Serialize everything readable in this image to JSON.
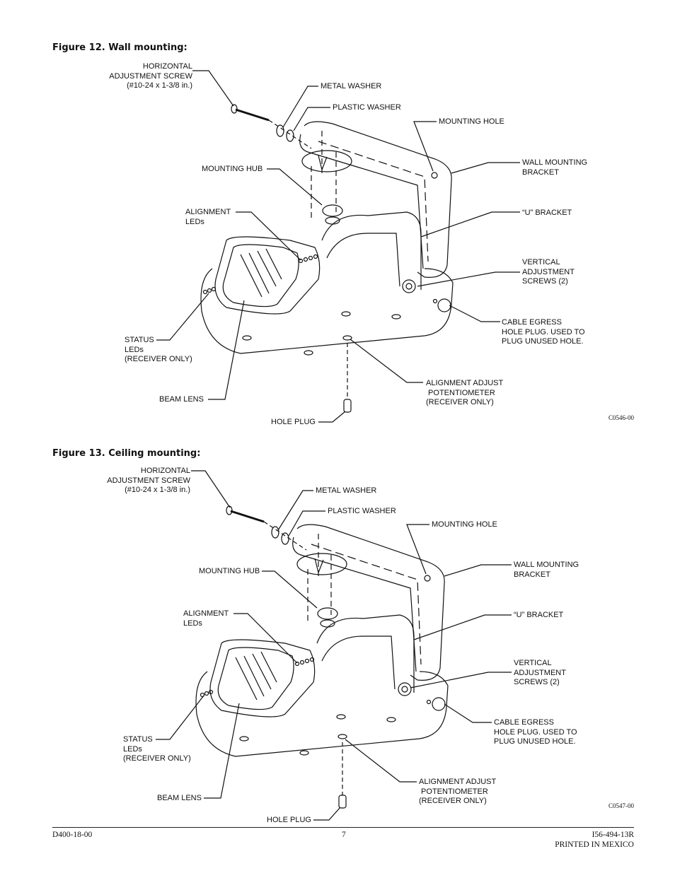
{
  "figures": [
    {
      "title": "Figure 12. Wall mounting:",
      "code": "C0546-00",
      "labels": {
        "horizontal_screw": "HORIZONTAL\nADJUSTMENT SCREW\n(#10-24 x 1-3/8 in.)",
        "metal_washer": "METAL WASHER",
        "plastic_washer": "PLASTIC WASHER",
        "mounting_hole": "MOUNTING HOLE",
        "wall_bracket": "WALL MOUNTING\nBRACKET",
        "mounting_hub": "MOUNTING HUB",
        "u_bracket": "“U” BRACKET",
        "alignment_leds": "ALIGNMENT\nLEDs",
        "vertical_screws": "VERTICAL\nADJUSTMENT\nSCREWS (2)",
        "cable_egress": "CABLE EGRESS\nHOLE PLUG. USED TO\nPLUG UNUSED HOLE.",
        "status_leds": "STATUS\nLEDs\n(RECEIVER ONLY)",
        "alignment_pot": "ALIGNMENT ADJUST\n POTENTIOMETER\n(RECEIVER ONLY)",
        "beam_lens": "BEAM LENS",
        "hole_plug": "HOLE PLUG"
      }
    },
    {
      "title": "Figure 13. Ceiling mounting:",
      "code": "C0547-00",
      "labels": {
        "horizontal_screw": "HORIZONTAL\nADJUSTMENT SCREW\n(#10-24 x 1-3/8 in.)",
        "metal_washer": "METAL WASHER",
        "plastic_washer": "PLASTIC WASHER",
        "mounting_hole": "MOUNTING HOLE",
        "wall_bracket": "WALL MOUNTING\nBRACKET",
        "mounting_hub": "MOUNTING HUB",
        "u_bracket": "“U” BRACKET",
        "alignment_leds": "ALIGNMENT\nLEDs",
        "vertical_screws": "VERTICAL\nADJUSTMENT\nSCREWS (2)",
        "cable_egress": "CABLE EGRESS\nHOLE PLUG. USED TO\nPLUG UNUSED HOLE.",
        "status_leds": "STATUS\nLEDs\n(RECEIVER ONLY)",
        "alignment_pot": "ALIGNMENT ADJUST\n POTENTIOMETER\n(RECEIVER ONLY)",
        "beam_lens": "BEAM LENS",
        "hole_plug": "HOLE PLUG"
      }
    }
  ],
  "footer": {
    "left": "D400-18-00",
    "page_number": "7",
    "doc_number": "I56-494-13R",
    "printed": "PRINTED IN MEXICO"
  }
}
